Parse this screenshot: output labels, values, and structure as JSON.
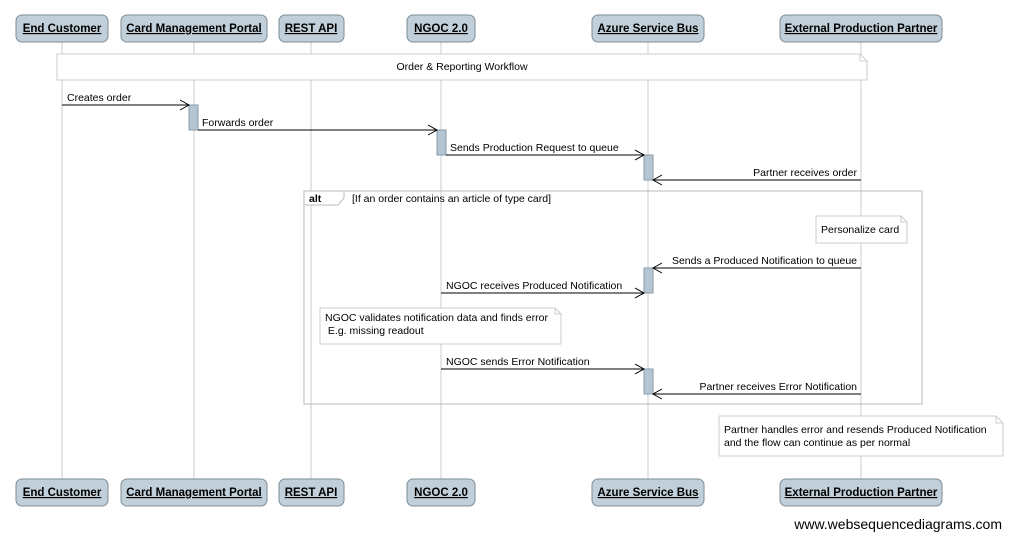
{
  "participants": [
    "End Customer",
    "Card Management Portal",
    "REST API",
    "NGOC 2.0",
    "Azure Service Bus",
    "External Production Partner"
  ],
  "header_note": "Order & Reporting Workflow",
  "messages": {
    "m1": "Creates order",
    "m2": "Forwards order",
    "m3": "Sends Production Request to queue",
    "m4": "Partner receives order",
    "m5": "Sends a Produced Notification to queue",
    "m6": "NGOC receives Produced Notification",
    "m7": "NGOC sends Error Notification",
    "m8": "Partner receives Error Notification"
  },
  "alt_frame": {
    "keyword": "alt",
    "condition": "[If an order contains an article of type card]"
  },
  "notes": {
    "personalize": "Personalize card",
    "validate": [
      "NGOC validates notification data and finds error",
      " E.g. missing readout"
    ],
    "resend": [
      "Partner handles error and resends Produced Notification",
      "and the flow can continue as per normal"
    ]
  },
  "watermark": "www.websequencediagrams.com",
  "colors": {
    "actor_fill": "#c0cfd9",
    "activation_fill": "#b4c6d4",
    "lifeline": "#cccccc",
    "frame": "#bbbbbb"
  }
}
